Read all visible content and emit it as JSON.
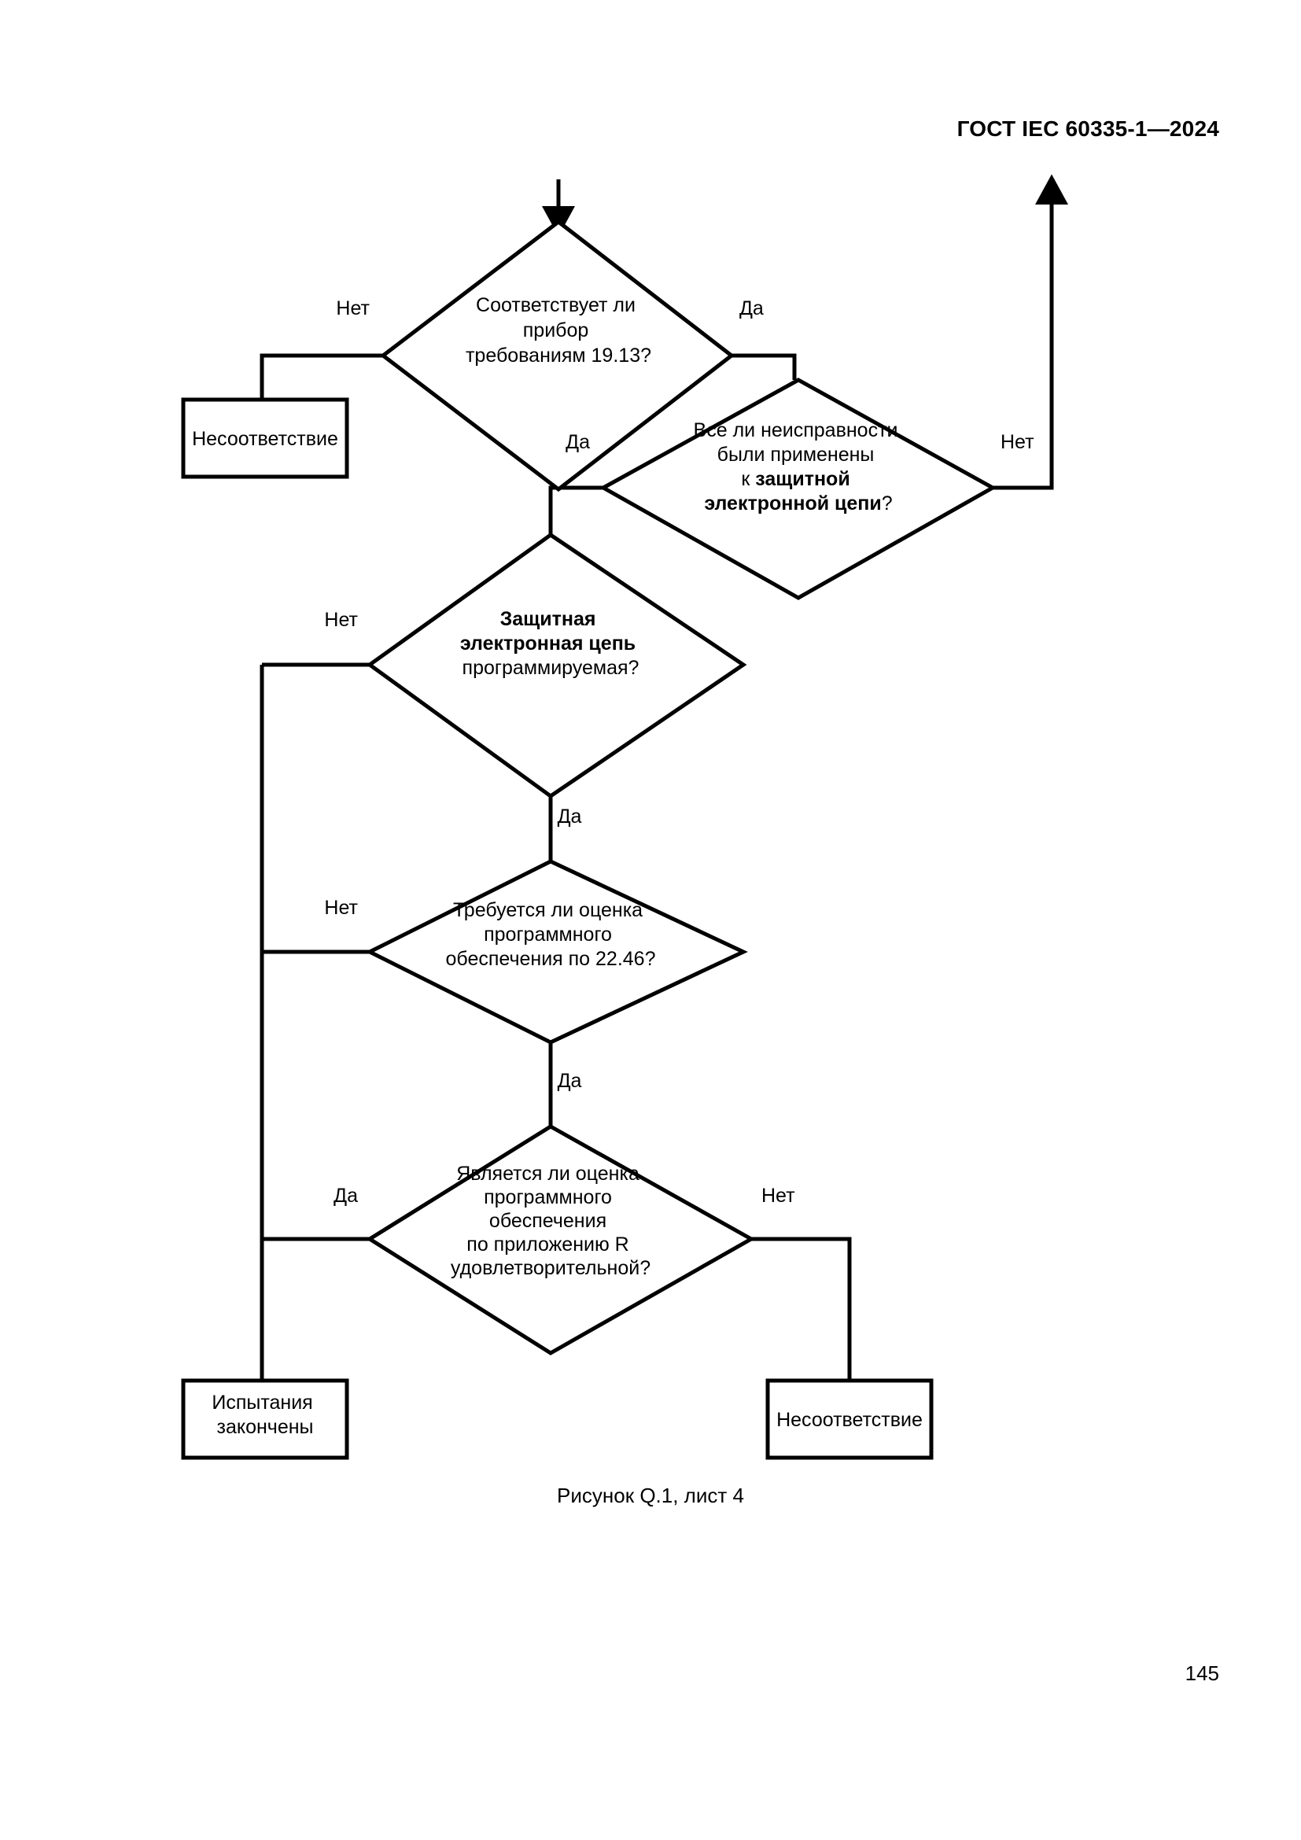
{
  "document": {
    "header": "ГОСТ IEC 60335-1—2024",
    "page_number": "145",
    "figure_caption": "Рисунок Q.1, лист 4"
  },
  "flowchart": {
    "type": "decision-flowchart",
    "nodes": {
      "d1": {
        "shape": "decision",
        "lines": [
          {
            "text": "Соответствует ли",
            "bold": false
          },
          {
            "text": "прибор",
            "bold": false
          },
          {
            "text": "требованиям 19.13?",
            "bold": false
          }
        ]
      },
      "d2": {
        "shape": "decision",
        "lines": [
          {
            "text": "Все ли неисправности",
            "bold": false
          },
          {
            "text": "были применены",
            "bold": false
          },
          {
            "text": "к ",
            "bold": false,
            "bold_tail": "защитной"
          },
          {
            "text": "электронной цепи",
            "bold": true,
            "plain_tail": "?"
          }
        ]
      },
      "d3": {
        "shape": "decision",
        "lines": [
          {
            "text": "Защитная",
            "bold": true
          },
          {
            "text": "электронная цепь",
            "bold": true
          },
          {
            "text": "программируемая?",
            "bold": false
          }
        ]
      },
      "d4": {
        "shape": "decision",
        "lines": [
          {
            "text": "Требуется ли оценка",
            "bold": false
          },
          {
            "text": "программного",
            "bold": false
          },
          {
            "text": "обеспечения по 22.46?",
            "bold": false
          }
        ]
      },
      "d5": {
        "shape": "decision",
        "lines": [
          {
            "text": "Является ли оценка",
            "bold": false
          },
          {
            "text": "программного",
            "bold": false
          },
          {
            "text": "обеспечения",
            "bold": false
          },
          {
            "text": "по приложению R",
            "bold": false
          },
          {
            "text": "удовлетворительной?",
            "bold": false
          }
        ]
      },
      "b1": {
        "shape": "process",
        "lines": [
          {
            "text": "Несоответствие",
            "bold": false
          }
        ]
      },
      "b2": {
        "shape": "process",
        "lines": [
          {
            "text": "Испытания",
            "bold": false
          },
          {
            "text": "закончены",
            "bold": false
          }
        ]
      },
      "b3": {
        "shape": "process",
        "lines": [
          {
            "text": "Несоответствие",
            "bold": false
          }
        ]
      }
    },
    "branch_labels": {
      "d1_no": "Нет",
      "d1_yes": "Да",
      "d2_yes": "Да",
      "d2_no": "Нет",
      "d3_no": "Нет",
      "d3_yes": "Да",
      "d4_no": "Нет",
      "d4_yes": "Да",
      "d5_yes": "Да",
      "d5_no": "Нет"
    },
    "colors": {
      "stroke": "#000000",
      "fill": "#ffffff",
      "text": "#000000",
      "page_background": "#ffffff"
    }
  }
}
